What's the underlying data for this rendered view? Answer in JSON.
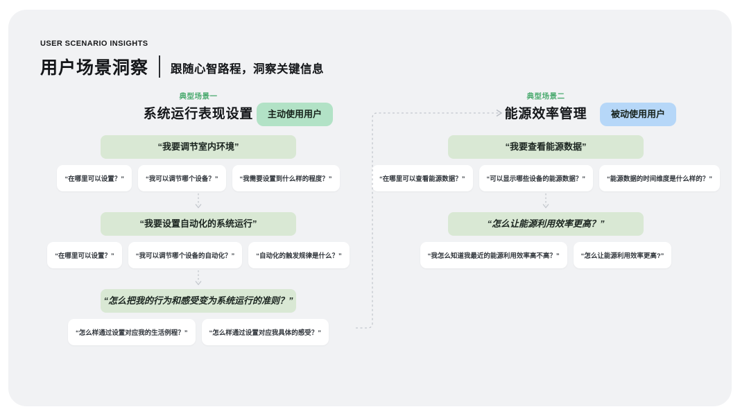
{
  "header": {
    "eyebrow": "USER SCENARIO INSIGHTS",
    "title": "用户场景洞察",
    "subtitle": "跟随心智路程，洞察关键信息"
  },
  "colors": {
    "accent_green": "#4cab70",
    "mindset_box_green": "#d9e8d4",
    "badge_green": "#b2e2c6",
    "badge_blue": "#b6d7f8",
    "dash_gray": "#c3c7cd",
    "card_background": "#f1f2f4"
  },
  "scenarios": [
    {
      "tag": "典型场景一",
      "title": "系统运行表现设置",
      "badge": "主动使用用户",
      "badge_color": "#b2e2c6",
      "steps": [
        {
          "question": "“我要调节室内环境”",
          "italic": false,
          "subs": [
            "“在哪里可以设置？”",
            "“我可以调节哪个设备？”",
            "“我需要设置到什么样的程度？”"
          ]
        },
        {
          "question": "“我要设置自动化的系统运行”",
          "italic": false,
          "subs": [
            "“在哪里可以设置？”",
            "“我可以调节哪个设备的自动化？”",
            "“自动化的触发规律是什么？”"
          ]
        },
        {
          "question": "“怎么把我的行为和感受变为系统运行的准则？”",
          "italic": true,
          "subs": [
            "“怎么样通过设置对应我的生活例程？”",
            "“怎么样通过设置对应我具体的感受？”"
          ]
        }
      ]
    },
    {
      "tag": "典型场景二",
      "title": "能源效率管理",
      "badge": "被动使用用户",
      "badge_color": "#b6d7f8",
      "steps": [
        {
          "question": "“我要查看能源数据”",
          "italic": false,
          "subs": [
            "“在哪里可以查看能源数据？”",
            "“可以显示哪些设备的能源数据？”",
            "“能源数据的时间维度是什么样的？”"
          ]
        },
        {
          "question": "“怎么让能源利用效率更高？”",
          "italic": true,
          "subs": [
            "“我怎么知道我最近的能源利用效率高不高？”",
            "“怎么让能源利用效率更高?”"
          ]
        }
      ]
    }
  ]
}
